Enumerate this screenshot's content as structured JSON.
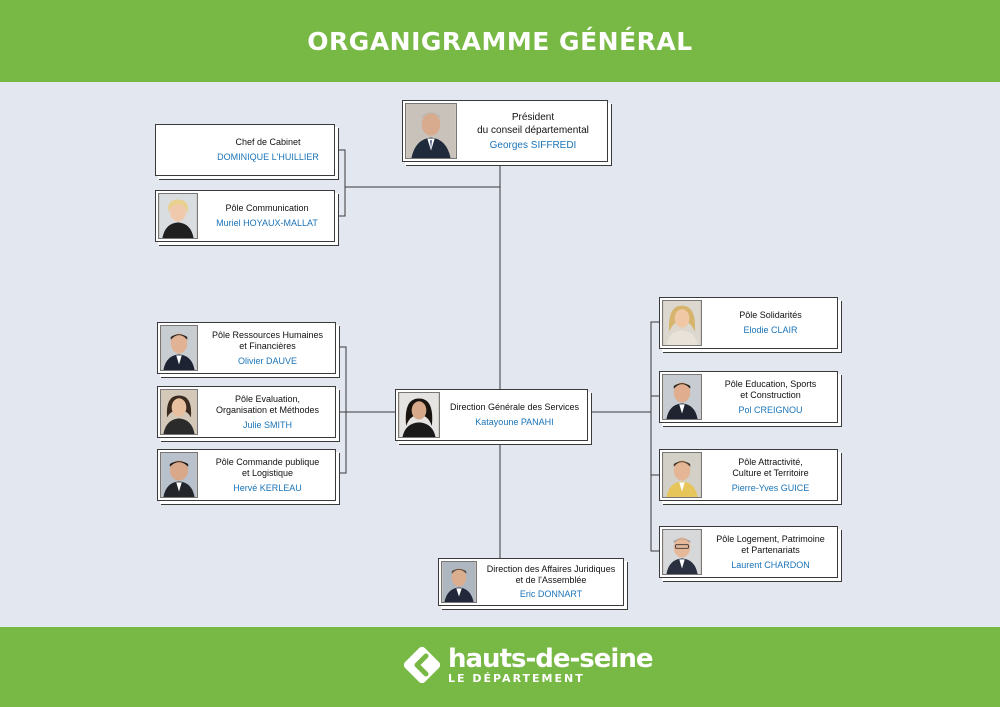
{
  "title": "ORGANIGRAMME GÉNÉRAL",
  "colors": {
    "brand_green": "#78b845",
    "background": "#e2e7f0",
    "name_blue": "#1b74b8"
  },
  "nodes": {
    "president": {
      "role": "Président\ndu conseil départemental",
      "name": "Georges SIFFREDI"
    },
    "chef_cabinet": {
      "role": "Chef de Cabinet",
      "name": "DOMINIQUE L'HUILLIER"
    },
    "communication": {
      "role": "Pôle Communication",
      "name": "Muriel HOYAUX-MALLAT"
    },
    "dgs": {
      "role": "Direction Générale des Services",
      "name": "Katayoune PANAHI"
    },
    "rh": {
      "role": "Pôle Ressources Humaines\net Financières",
      "name": "Olivier DAUVE"
    },
    "evaluation": {
      "role": "Pôle Evaluation,\nOrganisation et Méthodes",
      "name": "Julie SMITH"
    },
    "commande": {
      "role": "Pôle Commande publique\net Logistique",
      "name": "Hervé KERLEAU"
    },
    "juridique": {
      "role": "Direction des Affaires Juridiques\net de l'Assemblée",
      "name": "Eric DONNART"
    },
    "solidarites": {
      "role": "Pôle Solidarités",
      "name": "Elodie CLAIR"
    },
    "education": {
      "role": "Pôle Education, Sports\net Construction",
      "name": "Pol CREIGNOU"
    },
    "attractivite": {
      "role": "Pôle Attractivité,\nCulture et Territoire",
      "name": "Pierre-Yves GUICE"
    },
    "logement": {
      "role": "Pôle Logement, Patrimoine\net Partenariats",
      "name": "Laurent CHARDON"
    }
  },
  "footer": {
    "logo_name": "hauts-de-seine",
    "logo_sub": "LE DÉPARTEMENT"
  }
}
